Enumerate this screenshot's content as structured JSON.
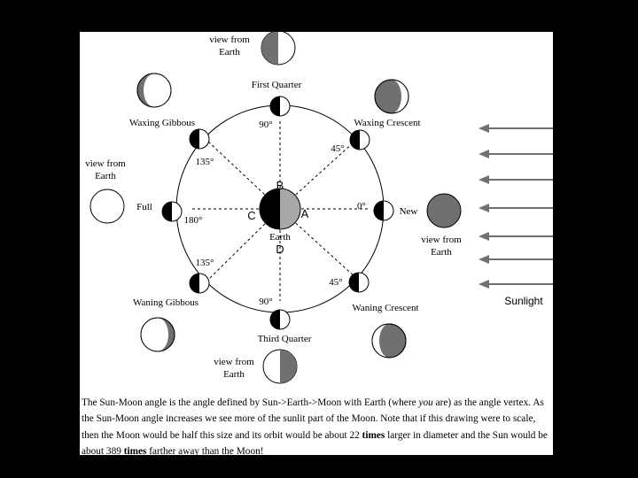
{
  "labels": {
    "view_from_earth_top": [
      "view from",
      "Earth"
    ],
    "first_quarter": "First Quarter",
    "waxing_gibbous": "Waxing Gibbous",
    "waxing_crescent": "Waxing Crescent",
    "view_from_earth_left": [
      "view from",
      "Earth"
    ],
    "full": "Full",
    "new": "New",
    "view_from_earth_right": [
      "view from",
      "Earth"
    ],
    "waning_gibbous": "Waning Gibbous",
    "waning_crescent": "Waning Crescent",
    "third_quarter": "Third Quarter",
    "view_from_earth_bottom": [
      "view from",
      "Earth"
    ],
    "sunlight": "Sunlight",
    "earth": "Earth"
  },
  "points": {
    "a": "A",
    "b": "B",
    "c": "C",
    "d": "D"
  },
  "angles": {
    "deg90_top": "90°",
    "deg45_top": "45°",
    "deg135_top": "135°",
    "deg0": "0°",
    "deg180": "180°",
    "deg135_bottom": "135°",
    "deg45_bottom": "45°",
    "deg90_bottom": "90°"
  },
  "caption": {
    "part1": "The Sun-Moon angle is the angle defined by Sun->Earth->Moon with Earth (where ",
    "you": "you",
    "part2": " are) as the angle vertex. As the Sun-Moon angle increases we see more of the sunlit part of the Moon. Note that if this drawing were to scale, then the Moon would be half this size and its orbit would be about 22 ",
    "times1": "times",
    "part3": " larger in diameter and the Sun would be about 389 ",
    "times2": "times",
    "part4": " farther away than the Moon!"
  },
  "colors": {
    "background": "#000000",
    "panel": "#ffffff",
    "shadow_gray": "#707070",
    "earth_gray": "#a8a8a8"
  }
}
